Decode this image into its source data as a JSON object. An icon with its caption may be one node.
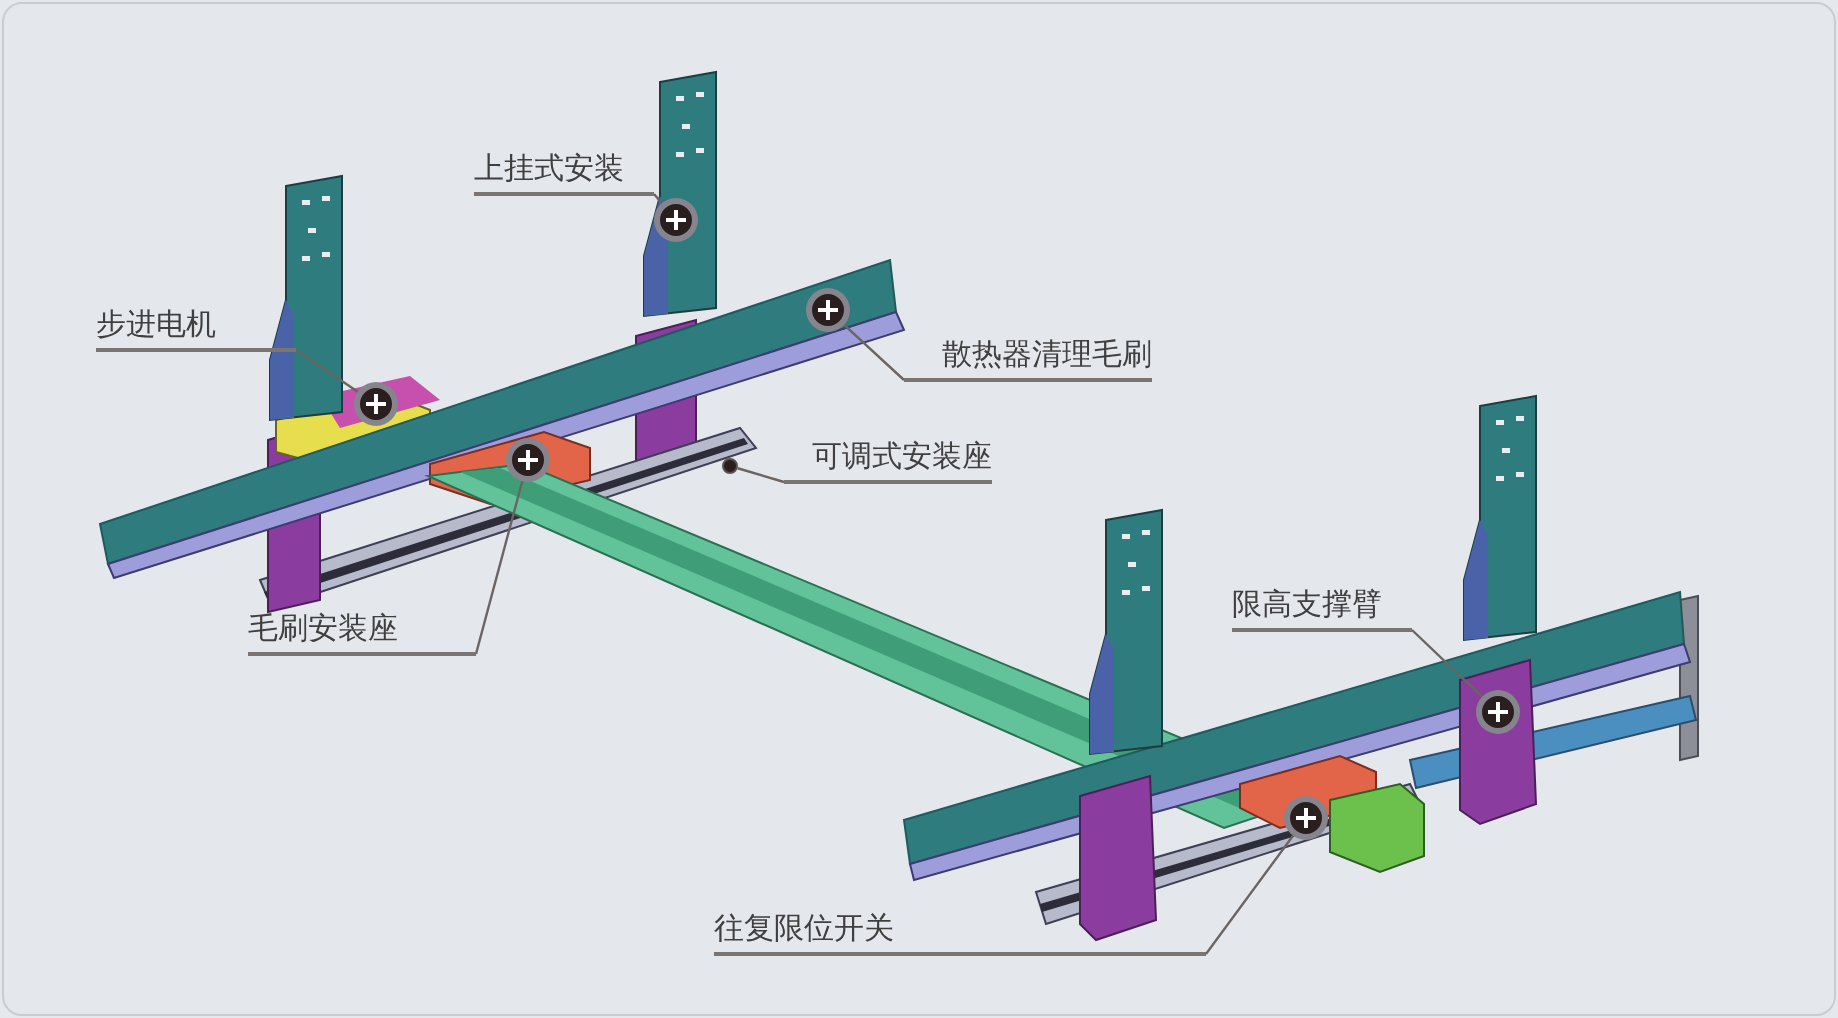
{
  "diagram": {
    "nodes": [
      {
        "text": [
          "上挂式安装"
        ]
      },
      {
        "text": [
          "步进电机"
        ]
      },
      {
        "text": [
          "散热器清理毛刷"
        ]
      },
      {
        "text": [
          "可调式安装座"
        ]
      },
      {
        "text": [
          "限高支撑臂"
        ]
      },
      {
        "text": [
          "毛刷安装座"
        ]
      },
      {
        "text": [
          "往复限位开关"
        ]
      },
      {
        "text": [],
        "shape": "circle"
      },
      {
        "text": [],
        "shape": "circle"
      },
      {
        "text": [],
        "shape": "circle"
      },
      {
        "text": [],
        "shape": "circle"
      },
      {
        "text": [],
        "shape": "circle"
      },
      {
        "text": [],
        "shape": "circle"
      },
      {
        "text": [],
        "shape": "circle"
      }
    ],
    "edges": [
      {
        "from": 0,
        "to": 9,
        "arrow": "none"
      },
      {
        "from": 1,
        "to": 7,
        "arrow": "none"
      },
      {
        "from": 2,
        "to": 11,
        "arrow": "none"
      },
      {
        "from": 3,
        "to": 10,
        "arrow": "none"
      },
      {
        "from": 4,
        "to": 13,
        "arrow": "none"
      },
      {
        "from": 5,
        "to": 8,
        "arrow": "none"
      },
      {
        "from": 6,
        "to": 12,
        "arrow": "none"
      }
    ]
  }
}
